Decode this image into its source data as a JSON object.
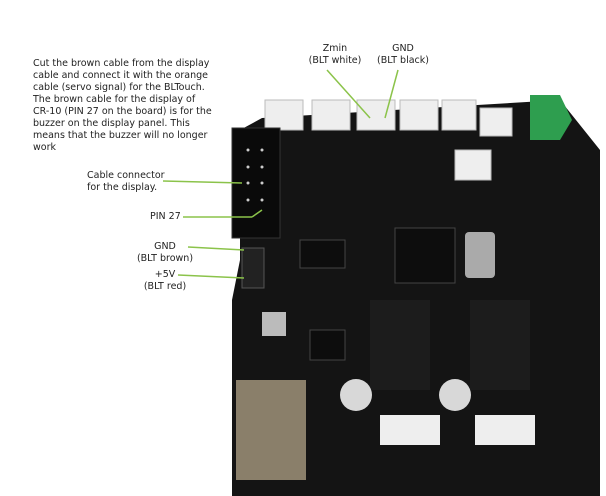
{
  "annotations": {
    "main_note": "Cut the brown cable from the display cable and connect it with the orange cable (servo signal) for the BLTouch. The brown cable for the display of CR-10 (PIN 27 on the board) is for the buzzer on the display panel. This means that the buzzer will no longer work",
    "zmin": {
      "line1": "Zmin",
      "line2": "(BLT white)"
    },
    "gnd_top": {
      "line1": "GND",
      "line2": "(BLT black)"
    },
    "cable_connector": {
      "line1": "Cable connector",
      "line2": "for the display."
    },
    "pin27": "PIN 27",
    "gnd_left": {
      "line1": "GND",
      "line2": "(BLT brown)"
    },
    "plus5v": {
      "line1": "+5V",
      "line2": "(BLT red)"
    }
  },
  "colors": {
    "leader": "#8bc34a",
    "board": "#141414"
  }
}
